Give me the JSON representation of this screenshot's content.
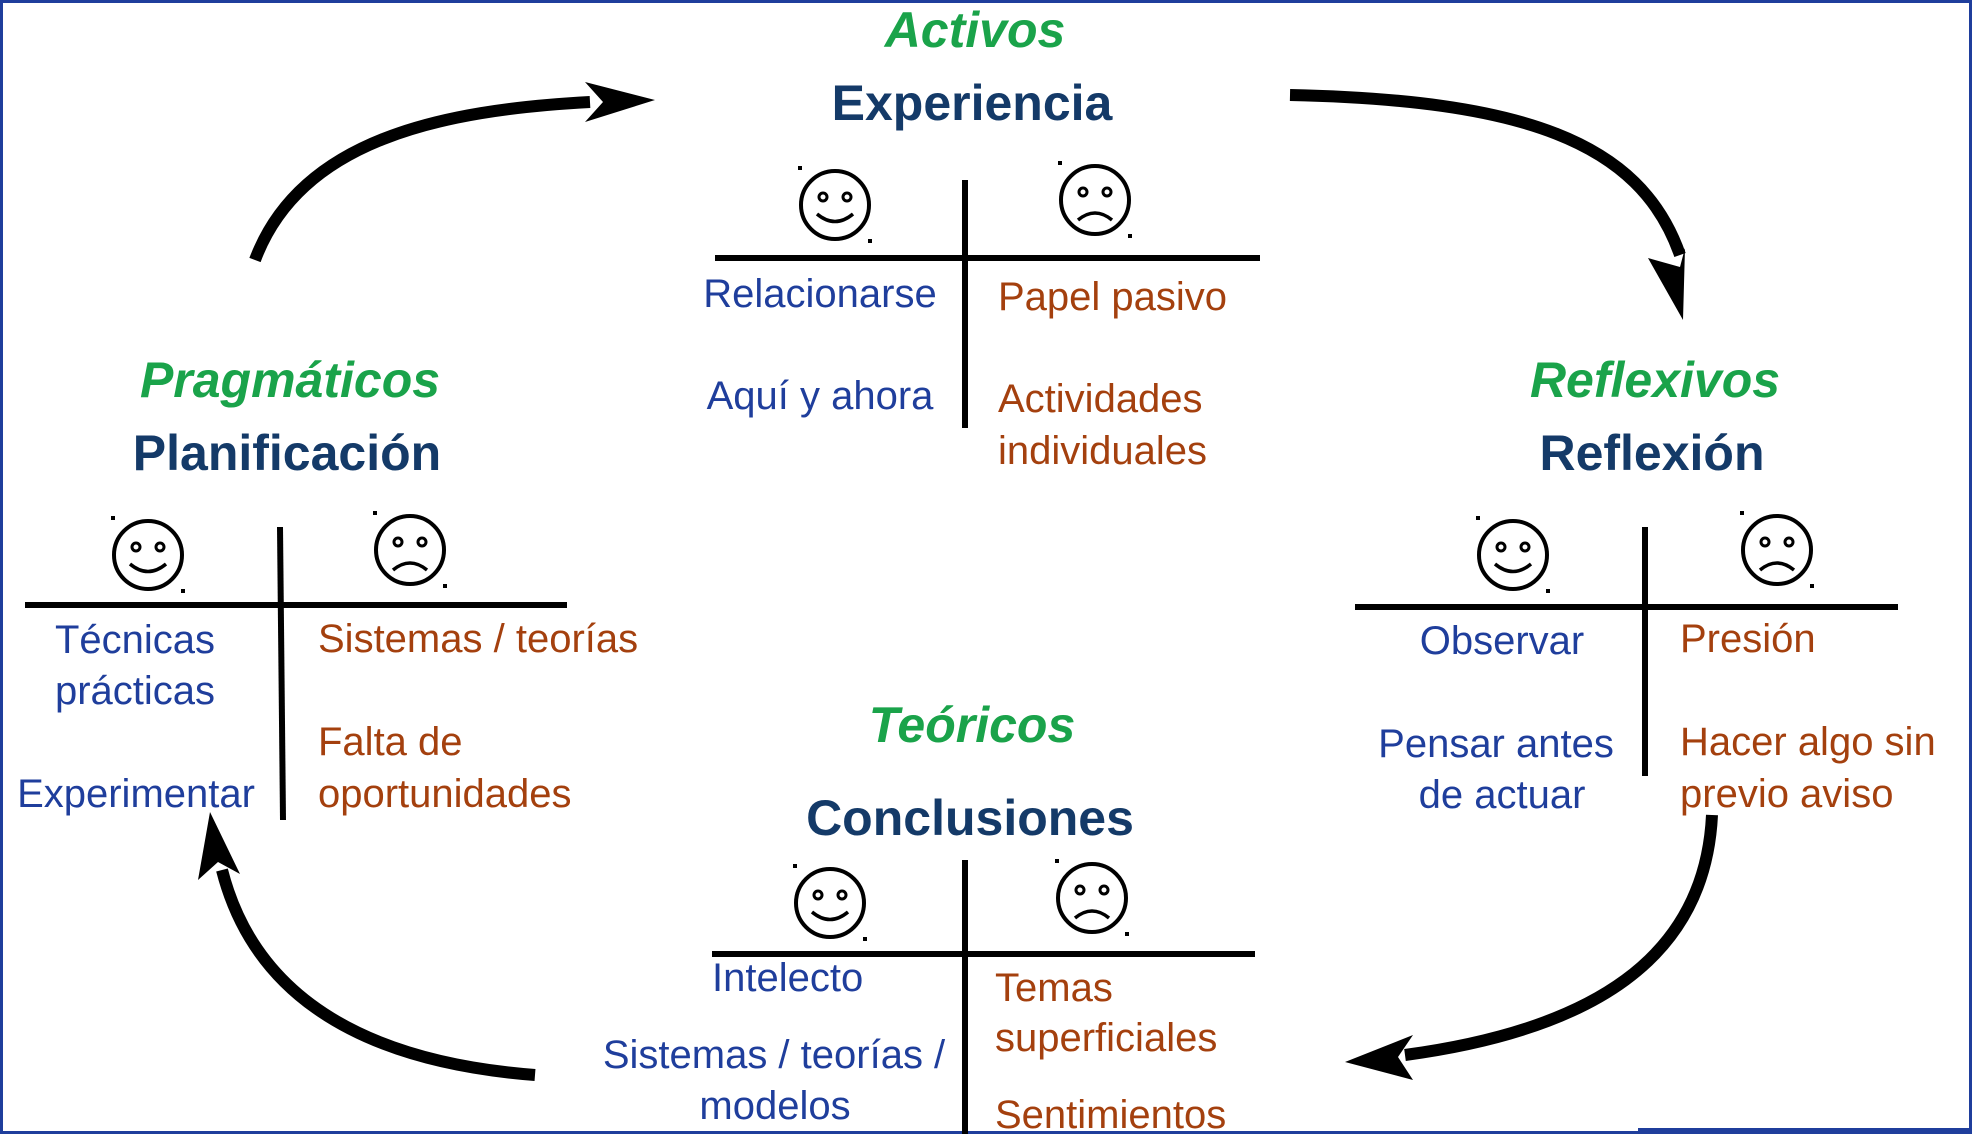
{
  "colors": {
    "border": "#1f3e9c",
    "style_label": "#1aa34a",
    "phase_label": "#143a68",
    "positive": "#1f3e9c",
    "negative": "#a4400e",
    "arrow": "#000000"
  },
  "icons": {
    "positive": "happy-face-icon",
    "negative": "sad-face-icon"
  },
  "quadrants": {
    "experiencia": {
      "style": "Activos",
      "phase": "Experiencia",
      "positive": [
        "Relacionarse",
        "Aquí y ahora"
      ],
      "negative": [
        "Papel pasivo",
        "Actividades",
        "individuales"
      ]
    },
    "reflexion": {
      "style": "Reflexivos",
      "phase": "Reflexión",
      "positive": [
        "Observar",
        "Pensar antes",
        "de actuar"
      ],
      "negative": [
        "Presión",
        "Hacer algo sin",
        "previo aviso"
      ]
    },
    "conclusiones": {
      "style": "Teóricos",
      "phase": "Conclusiones",
      "positive": [
        "Intelecto",
        "Sistemas / teorías /",
        "modelos"
      ],
      "negative": [
        "Temas",
        "superficiales",
        "Sentimientos"
      ]
    },
    "planificacion": {
      "style": "Pragmáticos",
      "phase": "Planificación",
      "positive": [
        "Técnicas",
        "prácticas",
        "Experimentar"
      ],
      "negative": [
        "Sistemas / teorías",
        "Falta de",
        "oportunidades"
      ]
    }
  }
}
